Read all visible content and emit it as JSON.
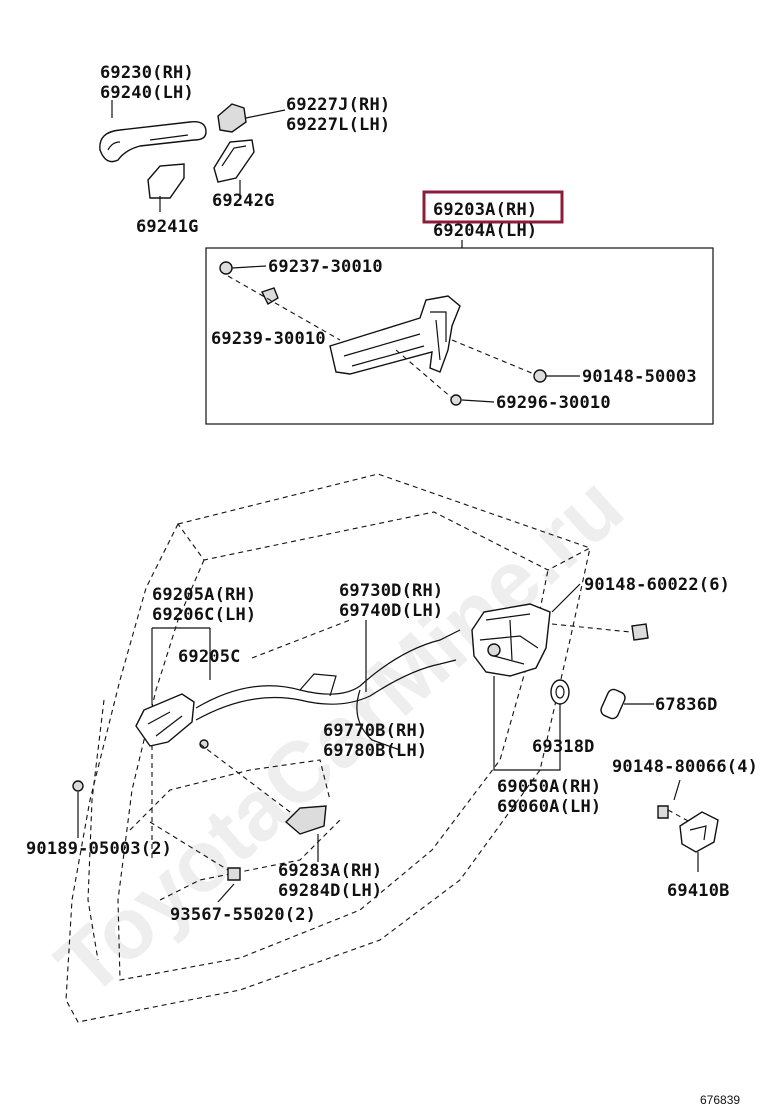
{
  "watermark": "ToyotaCarMine.ru",
  "highlight": {
    "color": "#8b1d3b"
  },
  "image_id": "676839",
  "labels": {
    "l_69230": "69230(RH)",
    "l_69240": "69240(LH)",
    "l_69227J": "69227J(RH)",
    "l_69227L": "69227L(LH)",
    "l_69242G": "69242G",
    "l_69241G": "69241G",
    "l_69203A": "69203A(RH)",
    "l_69204A": "69204A(LH)",
    "l_69237": "69237-30010",
    "l_69239": "69239-30010",
    "l_90148_50003": "90148-50003",
    "l_69296": "69296-30010",
    "l_69205A": "69205A(RH)",
    "l_69206C": "69206C(LH)",
    "l_69205C": "69205C",
    "l_69730D": "69730D(RH)",
    "l_69740D": "69740D(LH)",
    "l_90148_60022": "90148-60022(6)",
    "l_67836D": "67836D",
    "l_69770B": "69770B(RH)",
    "l_69780B": "69780B(LH)",
    "l_69318D": "69318D",
    "l_90148_80066": "90148-80066(4)",
    "l_69050A": "69050A(RH)",
    "l_69060A": "69060A(LH)",
    "l_90189": "90189-05003(2)",
    "l_69283A": "69283A(RH)",
    "l_69284D": "69284D(LH)",
    "l_93567": "93567-55020(2)",
    "l_69410B": "69410B"
  }
}
